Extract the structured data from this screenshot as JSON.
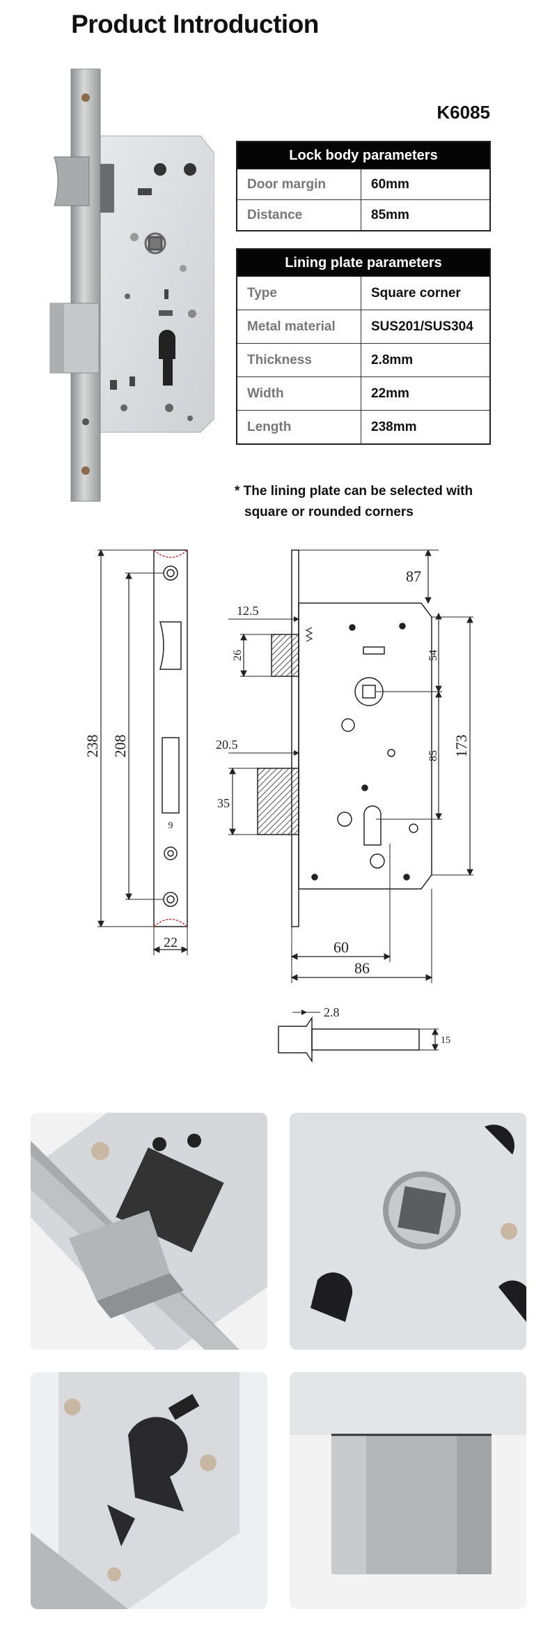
{
  "title": "Product Introduction",
  "model": "K6085",
  "lock_body": {
    "header": "Lock body parameters",
    "rows": [
      {
        "label": "Door margin",
        "value": "60mm"
      },
      {
        "label": "Distance",
        "value": "85mm"
      }
    ]
  },
  "lining_plate": {
    "header": "Lining plate parameters",
    "rows": [
      {
        "label": "Type",
        "value": "Square corner"
      },
      {
        "label": "Metal material",
        "value": "SUS201/SUS304"
      },
      {
        "label": "Thickness",
        "value": "2.8mm"
      },
      {
        "label": "Width",
        "value": "22mm"
      },
      {
        "label": "Length",
        "value": "238mm"
      }
    ]
  },
  "note": {
    "line1": "* The lining plate can be selected with",
    "line2": "square or rounded corners"
  },
  "drawing_dimensions": {
    "plate_length": "238",
    "hole_spacing": "208",
    "small_dim": "9",
    "plate_width": "22",
    "backset_top": "87",
    "latch_extension": "12.5",
    "latch_height": "26",
    "spindle_offset": "54",
    "bolt_extension": "20.5",
    "bolt_height": "35",
    "centre_distance": "85",
    "case_height": "173",
    "backset": "60",
    "case_width": "86",
    "strike_thickness": "2.8",
    "strike_width": "15"
  },
  "colors": {
    "table_header_bg": "#050505",
    "table_border": "#222222",
    "label_text": "#777777",
    "steel": "#b8b9b9",
    "zinc_case": "#dcdde0"
  }
}
